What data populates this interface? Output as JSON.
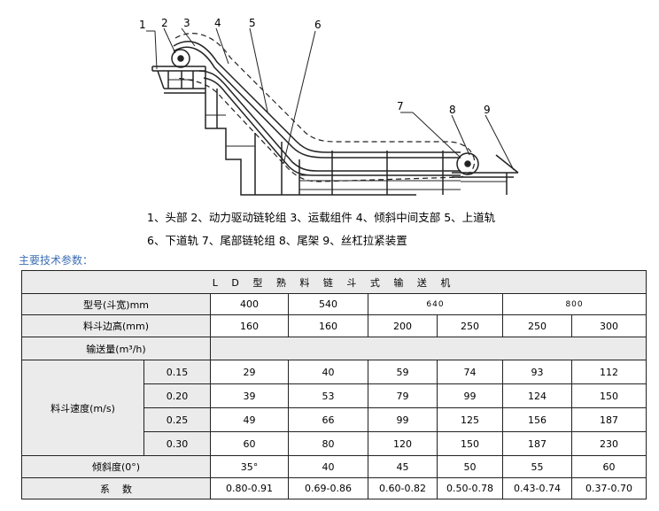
{
  "diagram": {
    "callouts": [
      "1",
      "2",
      "3",
      "4",
      "5",
      "6",
      "7",
      "8",
      "9"
    ]
  },
  "captions": {
    "line1": "1、头部   2、动力驱动链轮组   3、运载组件   4、倾斜中间支部 5、上道轨",
    "line2": "6、下道轨   7、尾部链轮组 8、尾架   9、丝杠拉紧装置"
  },
  "section_title": "主要技术参数：",
  "table": {
    "title": "L D 型 熟 料 链 斗 式 输 送 机",
    "row_model": {
      "label": "型号(斗宽)mm",
      "values": [
        "400",
        "540",
        "640",
        "800"
      ]
    },
    "row_height": {
      "label": "料斗边高(mm)",
      "values": [
        "160",
        "160",
        "200",
        "250",
        "250",
        "300"
      ]
    },
    "row_capacity": {
      "label": "输送量(m³/h)"
    },
    "speed": {
      "label": "料斗速度(m/s)",
      "rows": [
        {
          "speed": "0.15",
          "values": [
            "29",
            "40",
            "59",
            "74",
            "93",
            "112"
          ]
        },
        {
          "speed": "0.20",
          "values": [
            "39",
            "53",
            "79",
            "99",
            "124",
            "150"
          ]
        },
        {
          "speed": "0.25",
          "values": [
            "49",
            "66",
            "99",
            "125",
            "156",
            "187"
          ]
        },
        {
          "speed": "0.30",
          "values": [
            "60",
            "80",
            "120",
            "150",
            "187",
            "230"
          ]
        }
      ]
    },
    "row_incline": {
      "label": "倾斜度(0°)",
      "values": [
        "35°",
        "40",
        "45",
        "50",
        "55",
        "60"
      ]
    },
    "row_coef": {
      "label": "系    数",
      "values": [
        "0.80-0.91",
        "0.69-0.86",
        "0.60-0.82",
        "0.50-0.78",
        "0.43-0.74",
        "0.37-0.70"
      ]
    }
  }
}
